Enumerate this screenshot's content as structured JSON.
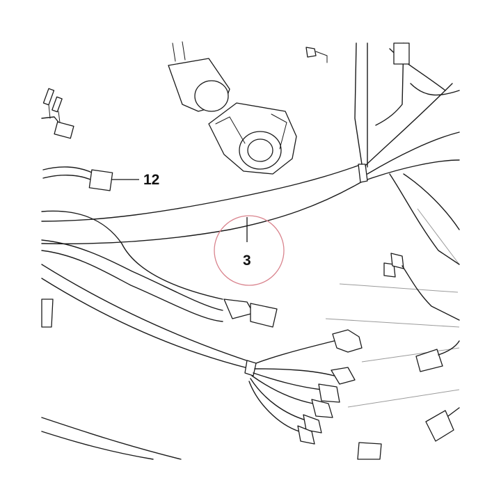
{
  "callouts": [
    {
      "id": "12",
      "label": "12"
    },
    {
      "id": "3",
      "label": "3"
    }
  ],
  "colors": {
    "line": "#1a1a1a",
    "highlight": "#d9838d",
    "background": "#ffffff"
  }
}
